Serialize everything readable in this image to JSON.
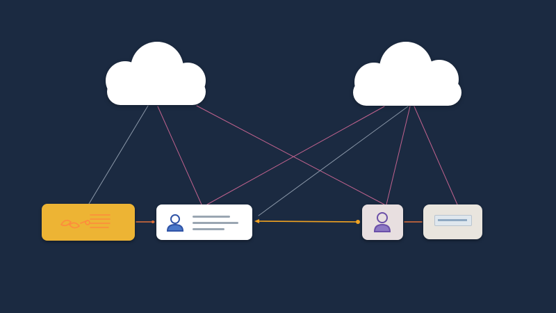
{
  "diagram": {
    "nodes": [
      {
        "id": "cloud-left",
        "kind": "cloud"
      },
      {
        "id": "cloud-right",
        "kind": "cloud"
      },
      {
        "id": "ticket",
        "kind": "key-ticket-card",
        "icon": "key-icon"
      },
      {
        "id": "user-card",
        "kind": "user-profile-card",
        "icon": "user-icon"
      },
      {
        "id": "avatar-tile",
        "kind": "user-tile",
        "icon": "user-icon"
      },
      {
        "id": "device",
        "kind": "storage-device",
        "icon": "drive-icon"
      }
    ],
    "links": [
      {
        "from": "cloud-left",
        "to": "ticket",
        "style": "thin-gray"
      },
      {
        "from": "cloud-left",
        "to": "user-card",
        "style": "thin-pink"
      },
      {
        "from": "cloud-left",
        "to": "avatar-tile",
        "style": "thin-pink"
      },
      {
        "from": "cloud-right",
        "to": "user-card",
        "style": "thin-pink"
      },
      {
        "from": "cloud-right",
        "to": "user-card",
        "style": "thin-gray"
      },
      {
        "from": "cloud-right",
        "to": "avatar-tile",
        "style": "thin-pink"
      },
      {
        "from": "cloud-right",
        "to": "device",
        "style": "thin-pink"
      },
      {
        "from": "ticket",
        "to": "user-card",
        "style": "short-orange"
      },
      {
        "from": "avatar-tile",
        "to": "user-card",
        "style": "orange-arrow"
      },
      {
        "from": "avatar-tile",
        "to": "device",
        "style": "short-orange"
      }
    ]
  },
  "colors": {
    "background": "#1b2a41",
    "cloud": "#ffffff",
    "ticket": "#edb434",
    "ticket_lines": "#ff8a3d",
    "card": "#ffffff",
    "avatar_tile": "#e8dfe0",
    "device": "#e9e5de",
    "line_pink": "#c2638f",
    "line_gray": "#8c99aa",
    "line_orange": "#f2a321",
    "icon_blue": "#2f53a6",
    "icon_purple": "#6b4fa8"
  }
}
